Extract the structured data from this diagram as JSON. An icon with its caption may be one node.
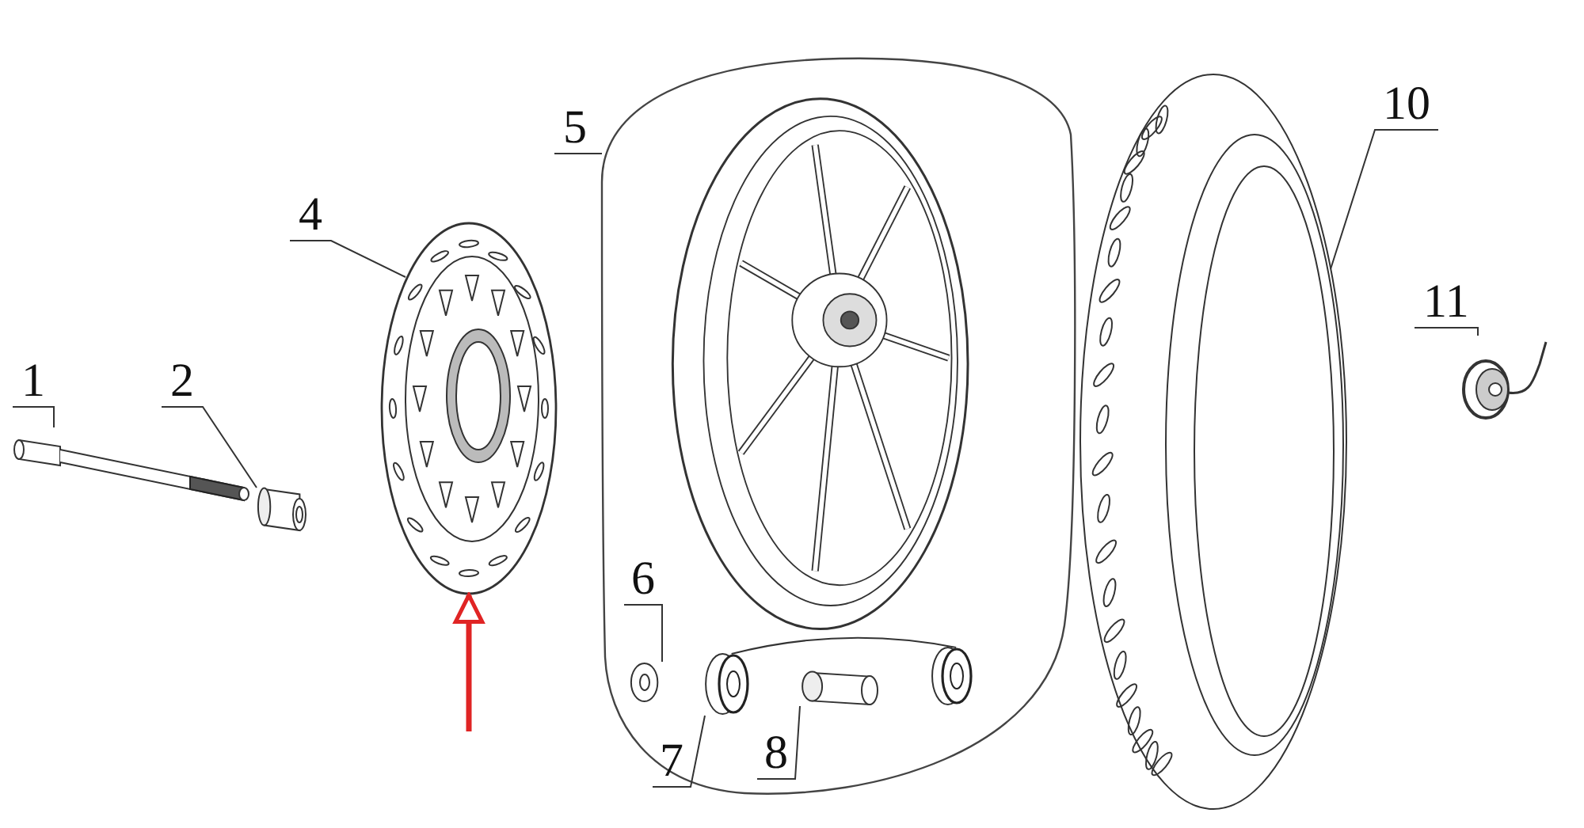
{
  "diagram": {
    "nodes": [
      {
        "text": [
          "1"
        ]
      },
      {
        "text": [],
        "shape": "picture"
      },
      {
        "text": [
          "2"
        ]
      },
      {
        "text": [],
        "shape": "cylinder"
      },
      {
        "text": [
          "4"
        ]
      },
      {
        "text": [],
        "shape": "picture"
      },
      {
        "text": [
          "5"
        ]
      },
      {
        "text": [],
        "shape": "box"
      },
      {
        "text": [],
        "shape": "picture",
        "in": 7
      },
      {
        "text": [
          "6"
        ],
        "in": 7
      },
      {
        "text": [],
        "shape": "circle",
        "in": 7
      },
      {
        "text": [
          "7"
        ],
        "in": 7
      },
      {
        "text": [],
        "shape": "circle",
        "in": 7
      },
      {
        "text": [
          "8"
        ],
        "in": 7
      },
      {
        "text": [],
        "shape": "cylinder",
        "in": 7
      },
      {
        "text": [],
        "shape": "circle",
        "in": 7
      },
      {
        "text": [
          "10"
        ]
      },
      {
        "text": [],
        "shape": "picture"
      },
      {
        "text": [
          "11"
        ]
      },
      {
        "text": [],
        "shape": "picture"
      }
    ],
    "edges": [
      {
        "from": 0,
        "to": 1,
        "arrow": "none"
      },
      {
        "from": 2,
        "to": 3,
        "arrow": "none"
      },
      {
        "from": 4,
        "to": 5,
        "arrow": "none"
      },
      {
        "from": 6,
        "to": 7,
        "arrow": "none"
      },
      {
        "from": 9,
        "to": 10,
        "arrow": "none"
      },
      {
        "from": 11,
        "to": 12,
        "arrow": "none"
      },
      {
        "from": 13,
        "to": 14,
        "arrow": "none"
      },
      {
        "from": 12,
        "to": 15,
        "arrow": "none"
      },
      {
        "from": 16,
        "to": 17,
        "arrow": "none"
      },
      {
        "from": 18,
        "to": 19,
        "arrow": "none"
      },
      {
        "from": null,
        "to": 5,
        "arrow": "to",
        "style": "thick",
        "color": "#e02424"
      }
    ]
  }
}
